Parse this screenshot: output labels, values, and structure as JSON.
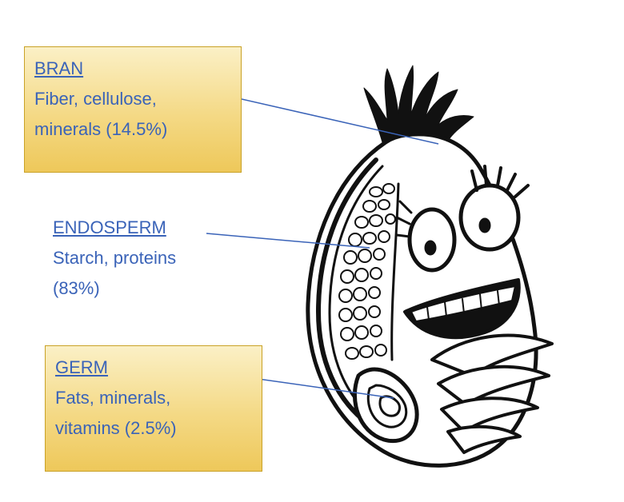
{
  "labels": {
    "bran": {
      "title": "BRAN",
      "line1": "Fiber, cellulose,",
      "line2": "minerals (14.5%)"
    },
    "endosperm": {
      "title": "ENDOSPERM",
      "line1": "Starch, proteins",
      "line2": "(83%)"
    },
    "germ": {
      "title": "GERM",
      "line1": "Fats, minerals,",
      "line2": "vitamins (2.5%)"
    }
  },
  "colors": {
    "label_text": "#3a63b8",
    "leader_line": "#3a63b8",
    "box_fill": "#f4d985",
    "box_border": "#c9a227",
    "ink": "#111111"
  },
  "illustration": "cartoon-wheat-kernel"
}
